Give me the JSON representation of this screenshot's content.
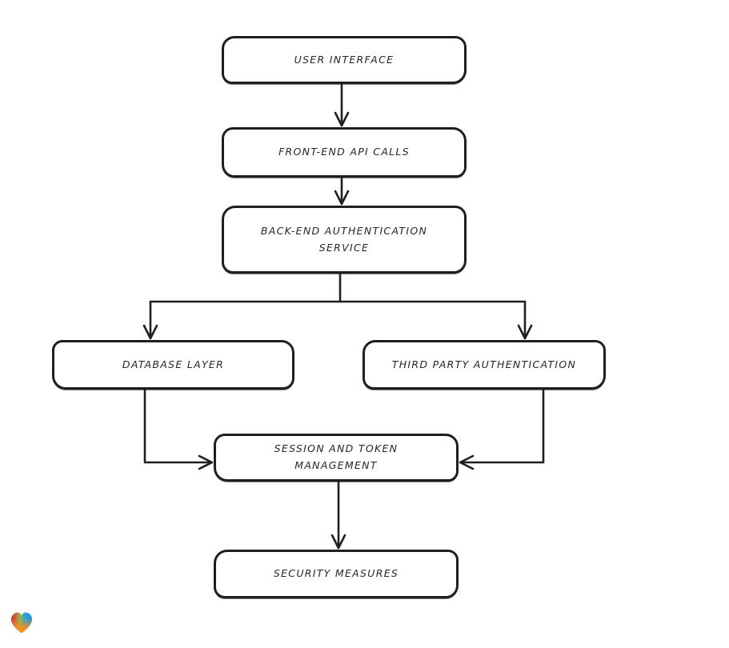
{
  "diagram": {
    "type": "flowchart",
    "style": "hand-drawn",
    "background_color": "#ffffff",
    "stroke_color": "#1f1f1f",
    "node_fill_color": "#ffffff",
    "nodes": [
      {
        "id": "user-interface",
        "label": "USER INTERFACE"
      },
      {
        "id": "front-end-api-calls",
        "label": "FRONT-END API CALLS"
      },
      {
        "id": "back-end-authentication-service",
        "label": "BACK-END AUTHENTICATION SERVICE"
      },
      {
        "id": "database-layer",
        "label": "DATABASE LAYER"
      },
      {
        "id": "third-party-authentication",
        "label": "THIRD PARTY AUTHENTICATION"
      },
      {
        "id": "session-and-token-management",
        "label": "SESSION AND TOKEN MANAGEMENT"
      },
      {
        "id": "security-measures",
        "label": "SECURITY MEASURES"
      }
    ],
    "edges": [
      {
        "from": "user-interface",
        "to": "front-end-api-calls"
      },
      {
        "from": "front-end-api-calls",
        "to": "back-end-authentication-service"
      },
      {
        "from": "back-end-authentication-service",
        "to": "database-layer"
      },
      {
        "from": "back-end-authentication-service",
        "to": "third-party-authentication"
      },
      {
        "from": "database-layer",
        "to": "session-and-token-management"
      },
      {
        "from": "third-party-authentication",
        "to": "session-and-token-management"
      },
      {
        "from": "session-and-token-management",
        "to": "security-measures"
      }
    ],
    "logo": {
      "name": "eraser-heart-logo",
      "colors": {
        "red": "#e42527",
        "green": "#8cb74b",
        "blue": "#1e8fd0",
        "orange": "#f6921e"
      }
    }
  }
}
